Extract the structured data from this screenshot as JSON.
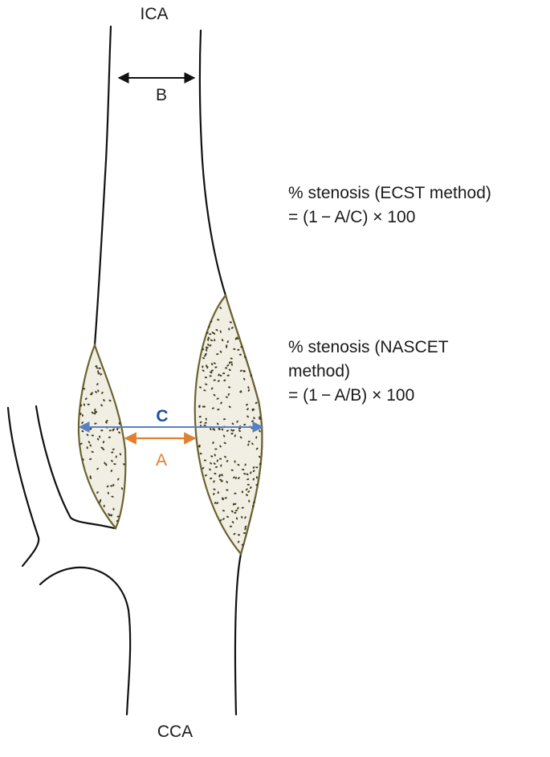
{
  "labels": {
    "top_vessel": "ICA",
    "bottom_vessel": "CCA",
    "dim_b": "B",
    "dim_c": "C",
    "dim_a": "A"
  },
  "formulas": {
    "ecst": [
      "% stenosis (ECST method)",
      "= (1 − A/C) × 100"
    ],
    "nascet": [
      "% stenosis (NASCET",
      "method)",
      "= (1 − A/B) × 100"
    ]
  },
  "colors": {
    "outline": "#111111",
    "plaque_edge": "#6b6330",
    "plaque_fill": "#f1efe4",
    "plaque_dots": "#3d3a1c",
    "arrow_b": "#111111",
    "arrow_c": "#5b7fc4",
    "arrow_a": "#e08030",
    "label_c": "#1f4f9a",
    "label_a": "#e08030"
  }
}
